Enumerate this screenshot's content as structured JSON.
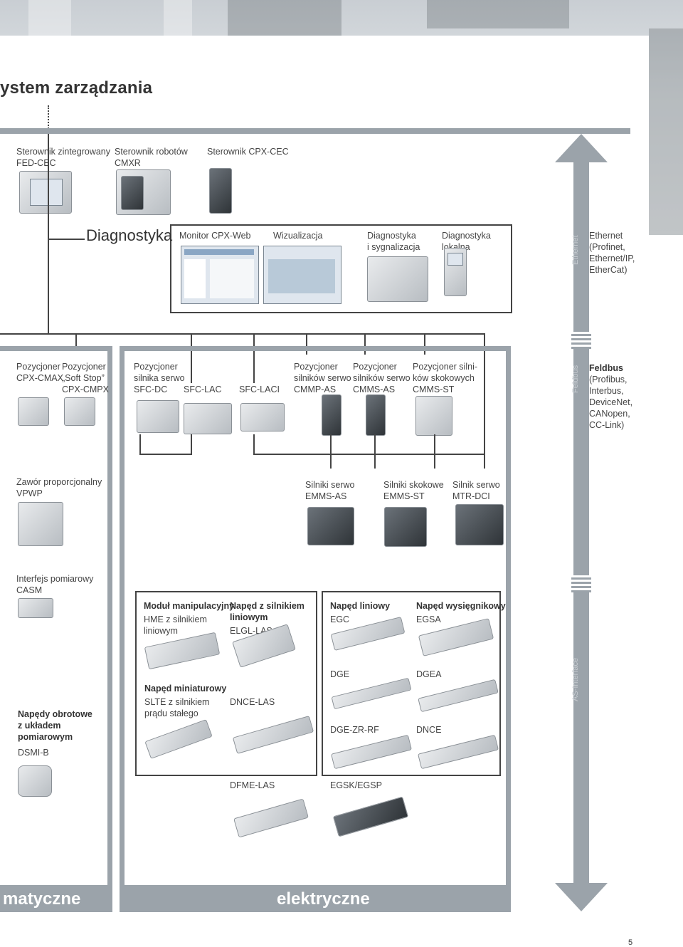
{
  "header": {
    "title": "ystem zarządzania"
  },
  "controllers": [
    {
      "line1": "Sterownik zintegrowany",
      "line2": "FED-CEC"
    },
    {
      "line1": "Sterownik robotów",
      "line2": "CMXR"
    },
    {
      "line1": "Sterownik CPX-CEC",
      "line2": ""
    }
  ],
  "diagnostics": {
    "heading": "Diagnostyka",
    "items": [
      {
        "line1": "Monitor CPX-Web",
        "line2": ""
      },
      {
        "line1": "Wizualizacja",
        "line2": ""
      },
      {
        "line1": "Diagnostyka",
        "line2": "i sygnalizacja"
      },
      {
        "line1": "Diagnostyka",
        "line2": "lokalna"
      }
    ]
  },
  "ethernet": {
    "tag": "Ethernet",
    "lines": [
      "Ethernet",
      "(Profinet,",
      "Ethernet/IP,",
      "EtherCat)"
    ]
  },
  "fieldbus": {
    "tag": "Feldbus",
    "title": "Feldbus",
    "lines": [
      "(Profibus,",
      "Interbus,",
      "DeviceNet,",
      "CANopen,",
      "CC-Link)"
    ]
  },
  "asi": {
    "tag": "AS-Interface"
  },
  "positioners": [
    {
      "lines": [
        "Pozycjoner",
        "CPX-CMAX"
      ]
    },
    {
      "lines": [
        "Pozycjoner",
        "„Soft Stop”",
        "CPX-CMPX"
      ]
    },
    {
      "lines": [
        "Pozycjoner",
        "silnika serwo",
        "SFC-DC"
      ]
    },
    {
      "lines": [
        "SFC-LAC"
      ]
    },
    {
      "lines": [
        "SFC-LACI"
      ]
    },
    {
      "lines": [
        "Pozycjoner",
        "silników serwo",
        "CMMP-AS"
      ]
    },
    {
      "lines": [
        "Pozycjoner",
        "silników serwo",
        "CMMS-AS"
      ]
    },
    {
      "lines": [
        "Pozycjoner silni-",
        "ków skokowych",
        "CMMS-ST"
      ]
    }
  ],
  "valve": {
    "lines": [
      "Zawór proporcjonalny",
      "VPWP"
    ]
  },
  "motors": [
    {
      "lines": [
        "Silniki serwo",
        "EMMS-AS"
      ]
    },
    {
      "lines": [
        "Silniki skokowe",
        "EMMS-ST"
      ]
    },
    {
      "lines": [
        "Silnik serwo",
        "MTR-DCI"
      ]
    }
  ],
  "measuring": {
    "lines": [
      "Interfejs pomiarowy",
      "CASM"
    ]
  },
  "rotary": {
    "title_lines": [
      "Napędy obrotowe",
      "z układem",
      "pomiarowym"
    ],
    "code": "DSMI-B"
  },
  "drives": {
    "hme": {
      "title": "Moduł manipulacyjny",
      "sub": [
        "HME z silnikiem",
        "liniowym"
      ]
    },
    "elgl": {
      "title": [
        "Napęd z silnikiem",
        "liniowym"
      ],
      "sub": "ELGL-LAS"
    },
    "egc": {
      "title": "Napęd liniowy",
      "sub": "EGC"
    },
    "egsa": {
      "title": "Napęd wysięgnikowy",
      "sub": "EGSA"
    },
    "slte": {
      "title": "Napęd miniaturowy",
      "sub": [
        "SLTE z silnikiem",
        "prądu stałego"
      ]
    },
    "dnce_las": "DNCE-LAS",
    "dge": "DGE",
    "dgea": "DGEA",
    "dge_zr": "DGE-ZR-RF",
    "dnce": "DNCE",
    "dfme": "DFME-LAS",
    "egsk": "EGSK/EGSP"
  },
  "footer": {
    "left": "matyczne",
    "right": "elektryczne",
    "page": "5"
  }
}
